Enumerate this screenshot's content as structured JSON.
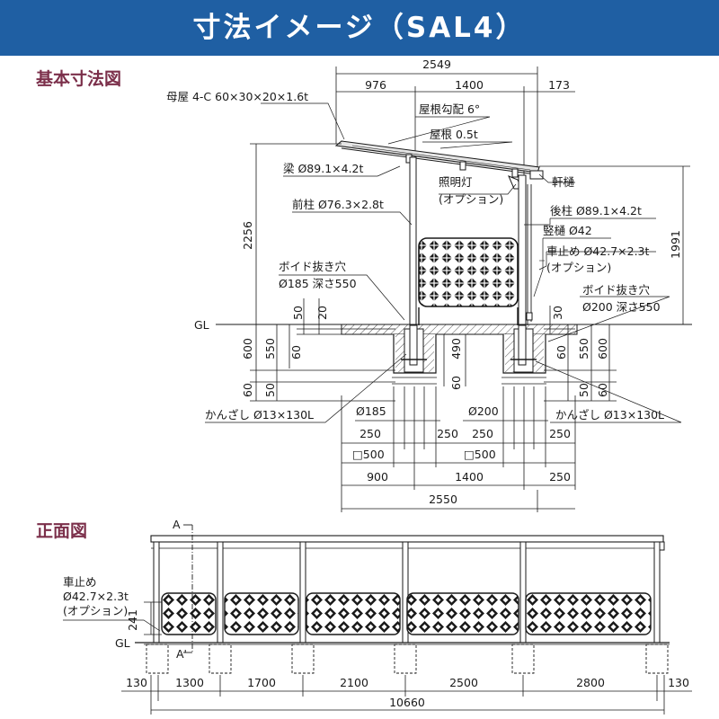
{
  "banner": {
    "title": "寸法イメージ（SAL4）",
    "color": "#1f5fa3"
  },
  "sections": {
    "basic": "基本寸法図",
    "front": "正面図"
  },
  "side": {
    "top_total": "2549",
    "top_left": "976",
    "top_mid": "1400",
    "top_right": "173",
    "purlin": "母屋  4-C 60×30×20×1.6t",
    "pitch": "屋根勾配  6°",
    "roof": "屋根  0.5t",
    "beam": "梁  Ø89.1×4.2t",
    "light1": "照明灯",
    "light2": "(オプション)",
    "gutter": "軒樋",
    "front_post": "前柱  Ø76.3×2.8t",
    "rear_post": "後柱  Ø89.1×4.2t",
    "downpipe": "竪樋  Ø42",
    "stopper1": "車止め  Ø42.7×2.3t",
    "stopper2": "(オプション)",
    "hole_left1": "ボイド抜き穴",
    "hole_left2": "Ø185  深さ550",
    "hole_right1": "ボイド抜き穴",
    "hole_right2": "Ø200  深さ550",
    "gl": "GL",
    "h_total": "2256",
    "h_right": "1991",
    "d50": "50",
    "d20": "20",
    "d30": "30",
    "d600": "600",
    "d550": "550",
    "d60": "60",
    "d490": "490",
    "pin_left": "かんざし  Ø13×130L",
    "pin_right": "かんざし  Ø13×130L",
    "dia_left": "Ø185",
    "dia_right": "Ø200",
    "d250": "250",
    "sq_left": "□500",
    "sq_right": "□500",
    "bottom_900": "900",
    "bottom_1400": "1400",
    "bottom_250": "250",
    "bottom_total": "2550"
  },
  "front": {
    "section_a_top": "A",
    "section_a_bottom": "A'",
    "stopper1": "車止め",
    "stopper2": "Ø42.7×2.3t",
    "stopper3": "(オプション)",
    "h241": "241",
    "gl": "GL",
    "spans": [
      "130",
      "1300",
      "1700",
      "2100",
      "2500",
      "2800",
      "130"
    ],
    "total": "10660"
  }
}
